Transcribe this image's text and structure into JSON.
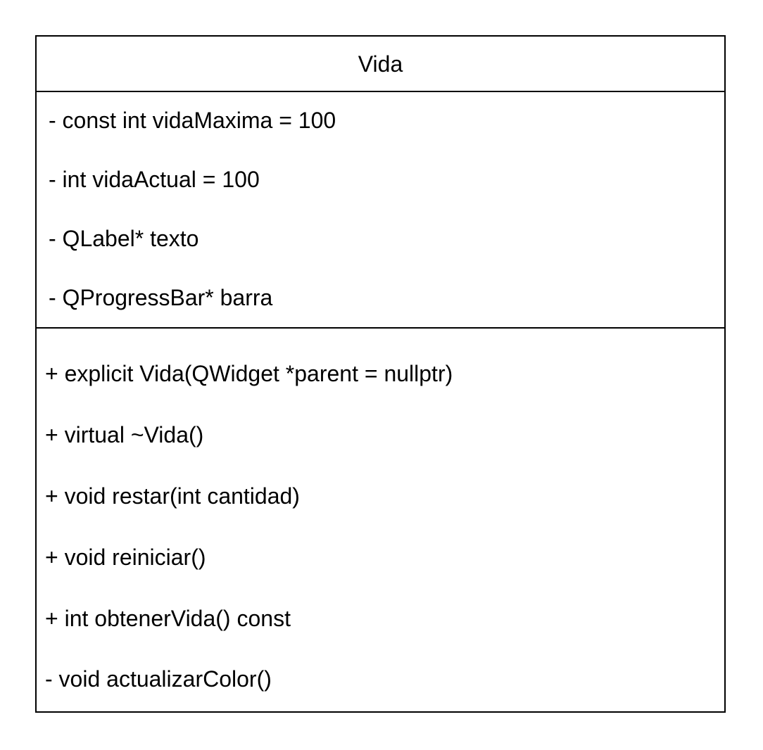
{
  "class_name": "Vida",
  "attributes": [
    "- const int vidaMaxima = 100",
    "- int vidaActual = 100",
    "- QLabel* texto",
    "- QProgressBar* barra"
  ],
  "operations": [
    "+ explicit Vida(QWidget *parent = nullptr)",
    "+ virtual ~Vida()",
    "+ void restar(int cantidad)",
    "+ void reiniciar()",
    "+ int obtenerVida() const",
    "- void actualizarColor()"
  ]
}
